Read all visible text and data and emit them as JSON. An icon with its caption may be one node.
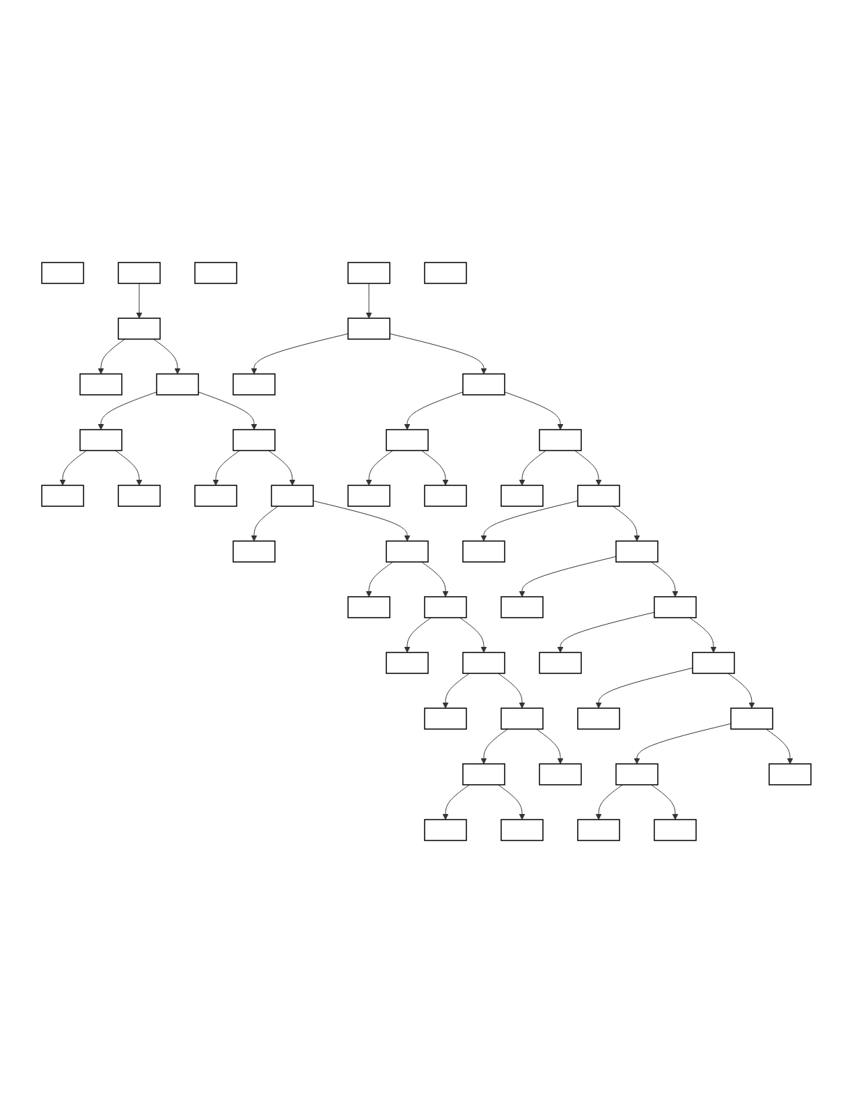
{
  "diagram": {
    "nodes": [
      {
        "text": [],
        "shape": "box"
      },
      {
        "text": [],
        "shape": "box"
      },
      {
        "text": [],
        "shape": "box"
      },
      {
        "text": [],
        "shape": "box"
      },
      {
        "text": [],
        "shape": "box"
      },
      {
        "text": [],
        "shape": "box"
      },
      {
        "text": [],
        "shape": "box"
      },
      {
        "text": [],
        "shape": "box"
      },
      {
        "text": [],
        "shape": "box"
      },
      {
        "text": [],
        "shape": "box"
      },
      {
        "text": [],
        "shape": "box"
      },
      {
        "text": [],
        "shape": "box"
      },
      {
        "text": [],
        "shape": "box"
      },
      {
        "text": [],
        "shape": "box"
      },
      {
        "text": [],
        "shape": "box"
      },
      {
        "text": [],
        "shape": "box"
      },
      {
        "text": [],
        "shape": "box"
      },
      {
        "text": [],
        "shape": "box"
      },
      {
        "text": [],
        "shape": "box"
      },
      {
        "text": [],
        "shape": "box"
      },
      {
        "text": [],
        "shape": "box"
      },
      {
        "text": [],
        "shape": "box"
      },
      {
        "text": [],
        "shape": "box"
      },
      {
        "text": [],
        "shape": "box"
      },
      {
        "text": [],
        "shape": "box"
      },
      {
        "text": [],
        "shape": "box"
      },
      {
        "text": [],
        "shape": "box"
      },
      {
        "text": [],
        "shape": "box"
      },
      {
        "text": [],
        "shape": "box"
      },
      {
        "text": [],
        "shape": "box"
      },
      {
        "text": [],
        "shape": "box"
      },
      {
        "text": [],
        "shape": "box"
      },
      {
        "text": [],
        "shape": "box"
      },
      {
        "text": [],
        "shape": "box"
      },
      {
        "text": [],
        "shape": "box"
      },
      {
        "text": [],
        "shape": "box"
      },
      {
        "text": [],
        "shape": "box"
      },
      {
        "text": [],
        "shape": "box"
      },
      {
        "text": [],
        "shape": "box"
      },
      {
        "text": [],
        "shape": "box"
      },
      {
        "text": [],
        "shape": "box"
      },
      {
        "text": [],
        "shape": "box"
      },
      {
        "text": [],
        "shape": "box"
      },
      {
        "text": [],
        "shape": "box"
      },
      {
        "text": [],
        "shape": "box"
      },
      {
        "text": [],
        "shape": "box"
      },
      {
        "text": [],
        "shape": "box"
      }
    ],
    "edges": [
      {
        "from": 1,
        "to": 2,
        "arrow": "to"
      },
      {
        "from": 2,
        "to": 3,
        "arrow": "to"
      },
      {
        "from": 2,
        "to": 4,
        "arrow": "to"
      },
      {
        "from": 4,
        "to": 5,
        "arrow": "to"
      },
      {
        "from": 5,
        "to": 6,
        "arrow": "to"
      },
      {
        "from": 5,
        "to": 7,
        "arrow": "to"
      },
      {
        "from": 4,
        "to": 8,
        "arrow": "to"
      },
      {
        "from": 8,
        "to": 9,
        "arrow": "to"
      },
      {
        "from": 8,
        "to": 10,
        "arrow": "to"
      },
      {
        "from": 10,
        "to": 11,
        "arrow": "to"
      },
      {
        "from": 10,
        "to": 12,
        "arrow": "to"
      },
      {
        "from": 12,
        "to": 13,
        "arrow": "to"
      },
      {
        "from": 12,
        "to": 14,
        "arrow": "to"
      },
      {
        "from": 14,
        "to": 15,
        "arrow": "to"
      },
      {
        "from": 14,
        "to": 16,
        "arrow": "to"
      },
      {
        "from": 16,
        "to": 17,
        "arrow": "to"
      },
      {
        "from": 16,
        "to": 18,
        "arrow": "to"
      },
      {
        "from": 18,
        "to": 19,
        "arrow": "to"
      },
      {
        "from": 19,
        "to": 20,
        "arrow": "to"
      },
      {
        "from": 19,
        "to": 21,
        "arrow": "to"
      },
      {
        "from": 18,
        "to": 22,
        "arrow": "to"
      },
      {
        "from": 24,
        "to": 25,
        "arrow": "to"
      },
      {
        "from": 25,
        "to": 26,
        "arrow": "to"
      },
      {
        "from": 25,
        "to": 27,
        "arrow": "to"
      },
      {
        "from": 27,
        "to": 28,
        "arrow": "to"
      },
      {
        "from": 28,
        "to": 29,
        "arrow": "to"
      },
      {
        "from": 28,
        "to": 30,
        "arrow": "to"
      },
      {
        "from": 27,
        "to": 31,
        "arrow": "to"
      },
      {
        "from": 31,
        "to": 32,
        "arrow": "to"
      },
      {
        "from": 31,
        "to": 33,
        "arrow": "to"
      },
      {
        "from": 33,
        "to": 34,
        "arrow": "to"
      },
      {
        "from": 33,
        "to": 35,
        "arrow": "to"
      },
      {
        "from": 35,
        "to": 36,
        "arrow": "to"
      },
      {
        "from": 35,
        "to": 37,
        "arrow": "to"
      },
      {
        "from": 37,
        "to": 38,
        "arrow": "to"
      },
      {
        "from": 37,
        "to": 39,
        "arrow": "to"
      },
      {
        "from": 39,
        "to": 40,
        "arrow": "to"
      },
      {
        "from": 39,
        "to": 41,
        "arrow": "to"
      },
      {
        "from": 41,
        "to": 42,
        "arrow": "to"
      },
      {
        "from": 42,
        "to": 43,
        "arrow": "to"
      },
      {
        "from": 42,
        "to": 44,
        "arrow": "to"
      },
      {
        "from": 41,
        "to": 45,
        "arrow": "to"
      }
    ]
  }
}
